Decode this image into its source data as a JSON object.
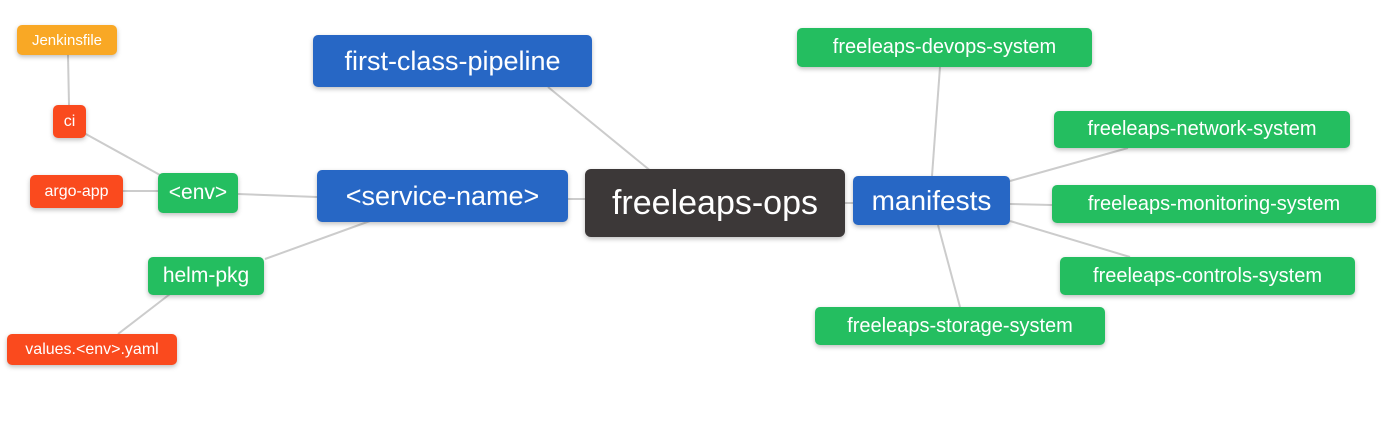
{
  "diagram": {
    "type": "mindmap",
    "title": "freeleaps-ops repository structure",
    "background": "#ffffff"
  },
  "colors": {
    "root": "#3c3838",
    "blue": "#2767c5",
    "green": "#24be60",
    "amber": "#f9a825",
    "red": "#fa4a1e",
    "edge": "#cccccc",
    "text": "#ffffff"
  },
  "nodes": {
    "freeleaps_ops": {
      "label": "freeleaps-ops",
      "category": "root",
      "parent": null
    },
    "first_class_pipeline": {
      "label": "first-class-pipeline",
      "category": "blue",
      "parent": "freeleaps-ops"
    },
    "service_name": {
      "label": "<service-name>",
      "category": "blue",
      "parent": "freeleaps-ops"
    },
    "manifests": {
      "label": "manifests",
      "category": "blue",
      "parent": "freeleaps-ops"
    },
    "env": {
      "label": "<env>",
      "category": "green",
      "parent": "<service-name>"
    },
    "helm_pkg": {
      "label": "helm-pkg",
      "category": "green",
      "parent": "<service-name>"
    },
    "ci": {
      "label": "ci",
      "category": "red",
      "parent": "<env>"
    },
    "argo_app": {
      "label": "argo-app",
      "category": "red",
      "parent": "<env>"
    },
    "jenkinsfile": {
      "label": "Jenkinsfile",
      "category": "amber",
      "parent": "ci"
    },
    "values_env_yaml": {
      "label": "values.<env>.yaml",
      "category": "red",
      "parent": "helm-pkg"
    },
    "devops_system": {
      "label": "freeleaps-devops-system",
      "category": "green",
      "parent": "manifests"
    },
    "network_system": {
      "label": "freeleaps-network-system",
      "category": "green",
      "parent": "manifests"
    },
    "monitoring_system": {
      "label": "freeleaps-monitoring-system",
      "category": "green",
      "parent": "manifests"
    },
    "controls_system": {
      "label": "freeleaps-controls-system",
      "category": "green",
      "parent": "manifests"
    },
    "storage_system": {
      "label": "freeleaps-storage-system",
      "category": "green",
      "parent": "manifests"
    }
  },
  "edges": [
    [
      "Jenkinsfile",
      "ci"
    ],
    [
      "ci",
      "<env>"
    ],
    [
      "argo-app",
      "<env>"
    ],
    [
      "<env>",
      "<service-name>"
    ],
    [
      "helm-pkg",
      "<service-name>"
    ],
    [
      "values.<env>.yaml",
      "helm-pkg"
    ],
    [
      "first-class-pipeline",
      "freeleaps-ops"
    ],
    [
      "<service-name>",
      "freeleaps-ops"
    ],
    [
      "manifests",
      "freeleaps-ops"
    ],
    [
      "freeleaps-devops-system",
      "manifests"
    ],
    [
      "freeleaps-network-system",
      "manifests"
    ],
    [
      "freeleaps-monitoring-system",
      "manifests"
    ],
    [
      "freeleaps-controls-system",
      "manifests"
    ],
    [
      "freeleaps-storage-system",
      "manifests"
    ]
  ]
}
